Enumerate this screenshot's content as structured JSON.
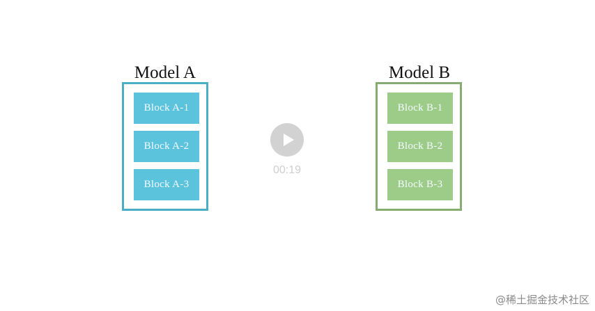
{
  "models": [
    {
      "title": "Model A",
      "border_color": "#4aaec6",
      "block_color": "#5cc3dc",
      "blocks": [
        "Block A-1",
        "Block A-2",
        "Block A-3"
      ]
    },
    {
      "title": "Model B",
      "border_color": "#86ac72",
      "block_color": "#9dcc88",
      "blocks": [
        "Block B-1",
        "Block B-2",
        "Block B-3"
      ]
    }
  ],
  "player": {
    "play_icon": "play-icon",
    "time": "00:19"
  },
  "watermark": "@稀土掘金技术社区"
}
